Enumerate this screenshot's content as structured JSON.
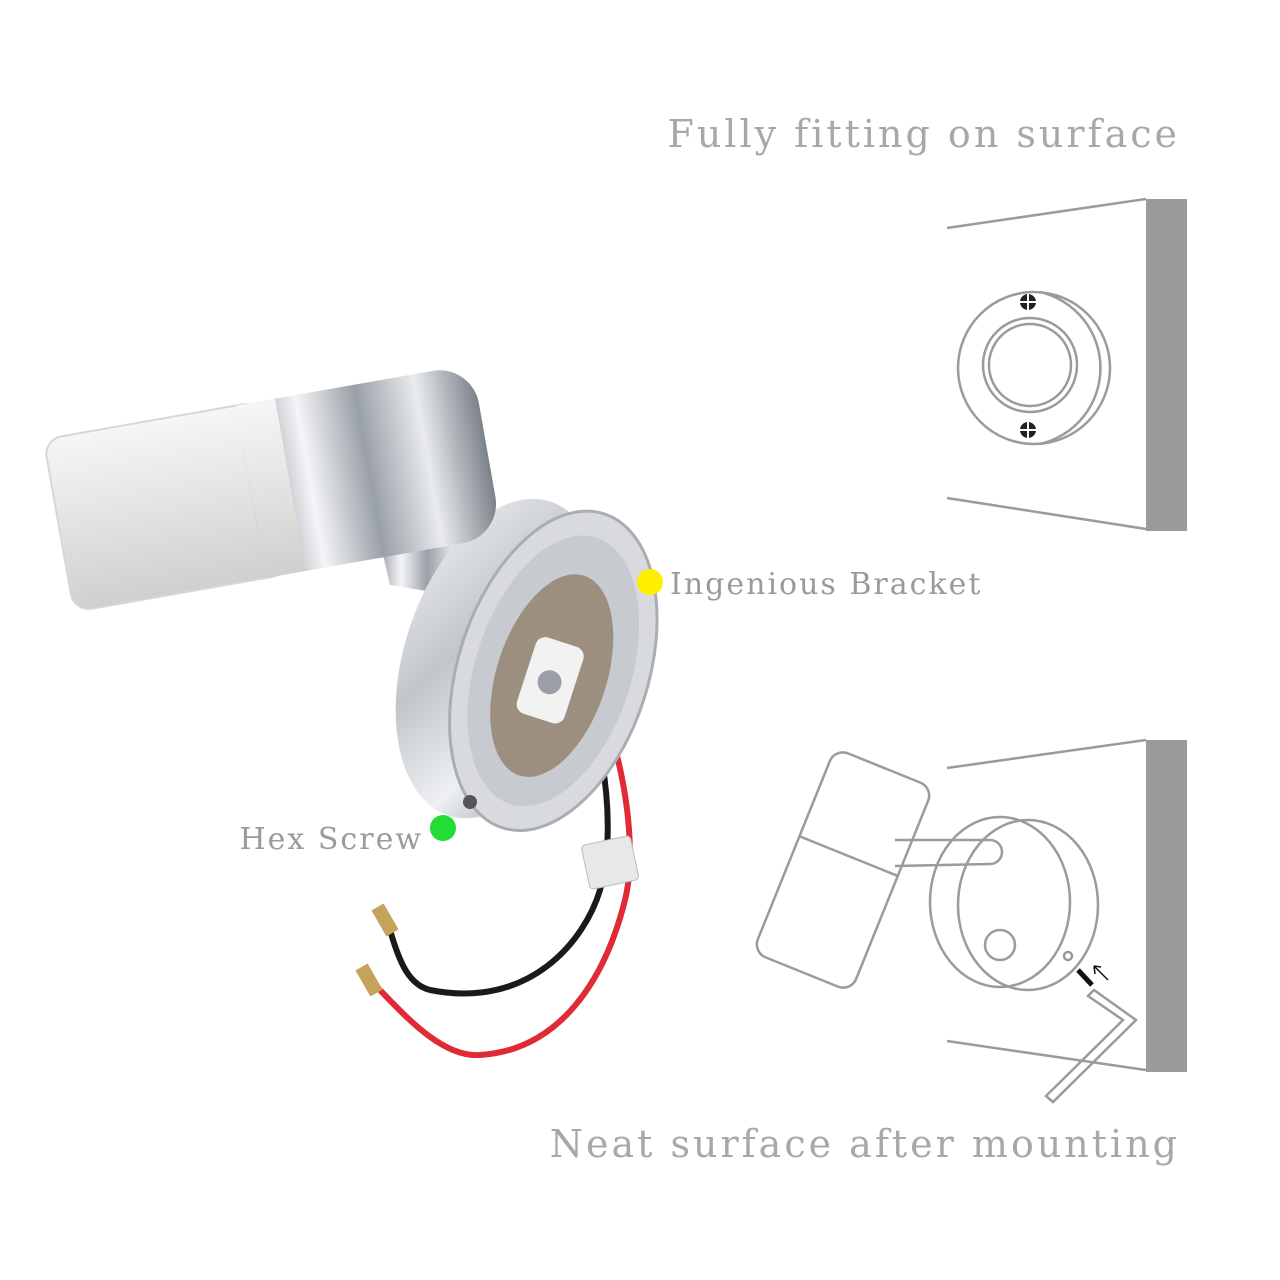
{
  "captions": {
    "top": "Fully fitting on surface",
    "bottom": "Neat surface after mounting"
  },
  "labels": {
    "bracket": "Ingenious Bracket",
    "screw": "Hex Screw"
  },
  "markers": {
    "bracket_color": "#ffee00",
    "screw_color": "#22dd33"
  },
  "colors": {
    "wall": "#9b9b9b",
    "diagram_line": "#9b9b9b",
    "wire_red": "#e02a35",
    "wire_black": "#1a1a1a",
    "chrome": "#cfd2d6"
  }
}
